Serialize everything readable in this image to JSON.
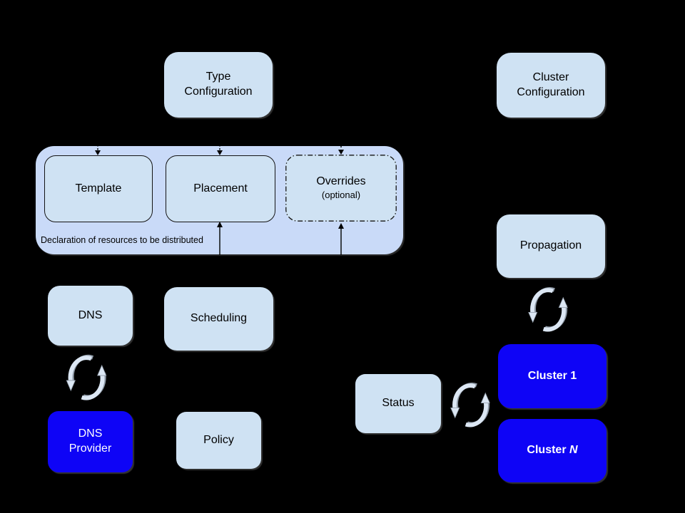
{
  "colors": {
    "background": "#000000",
    "box_light": "#cfe2f3",
    "container_fill": "#c9daf8",
    "box_blue": "#0e04f6",
    "text_dark": "#000000",
    "text_light": "#ffffff",
    "sync_light": "#dce7f4",
    "sync_gray": "#8e99a6"
  },
  "icons": {
    "sync": "sync-arrows-icon"
  },
  "nodes": {
    "type_config": {
      "line1": "Type",
      "line2": "Configuration"
    },
    "cluster_config": {
      "line1": "Cluster",
      "line2": "Configuration"
    },
    "template": {
      "label": "Template"
    },
    "placement": {
      "label": "Placement"
    },
    "overrides": {
      "label": "Overrides",
      "sublabel": "(optional)"
    },
    "dns": {
      "label": "DNS"
    },
    "scheduling": {
      "label": "Scheduling"
    },
    "propagation": {
      "label": "Propagation"
    },
    "dns_provider": {
      "line1": "DNS",
      "line2": "Provider"
    },
    "policy": {
      "label": "Policy"
    },
    "status": {
      "label": "Status"
    },
    "cluster_1": {
      "label": "Cluster 1"
    },
    "cluster_n": {
      "prefix": "Cluster ",
      "n": "N"
    }
  },
  "container": {
    "caption": "Declaration of resources to be distributed"
  }
}
